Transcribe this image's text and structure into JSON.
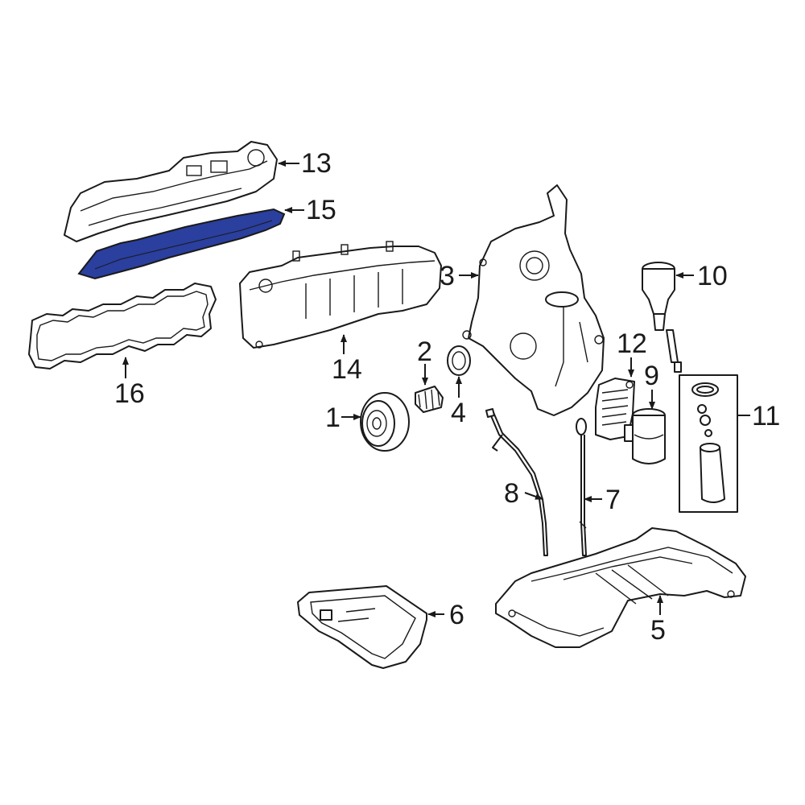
{
  "diagram": {
    "highlight_color": "#2a3f9e",
    "callouts": {
      "c1": "1",
      "c2": "2",
      "c3": "3",
      "c4": "4",
      "c5": "5",
      "c6": "6",
      "c7": "7",
      "c8": "8",
      "c9": "9",
      "c10": "10",
      "c11": "11",
      "c12": "12",
      "c13": "13",
      "c14": "14",
      "c15": "15",
      "c16": "16"
    }
  }
}
